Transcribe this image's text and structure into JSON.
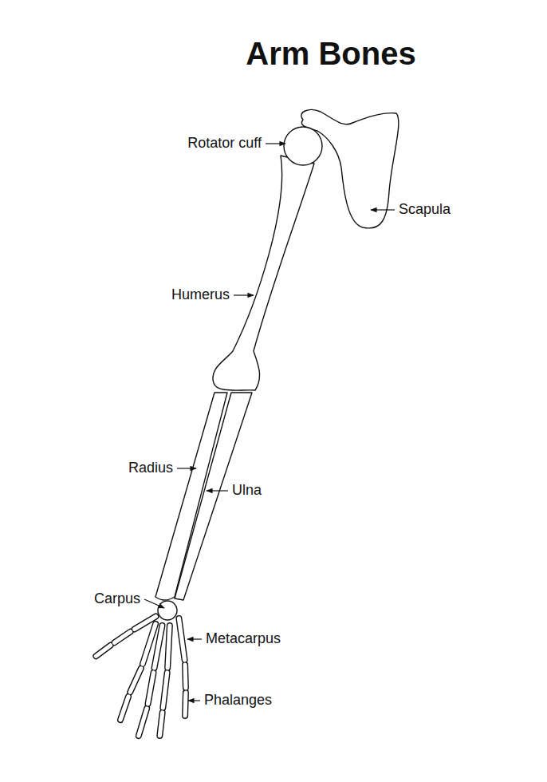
{
  "diagram": {
    "title": "Arm Bones",
    "labels": [
      "Rotator cuff",
      "Scapula",
      "Humerus",
      "Radius",
      "Ulna",
      "Carpus",
      "Metacarpus",
      "Phalanges"
    ]
  }
}
